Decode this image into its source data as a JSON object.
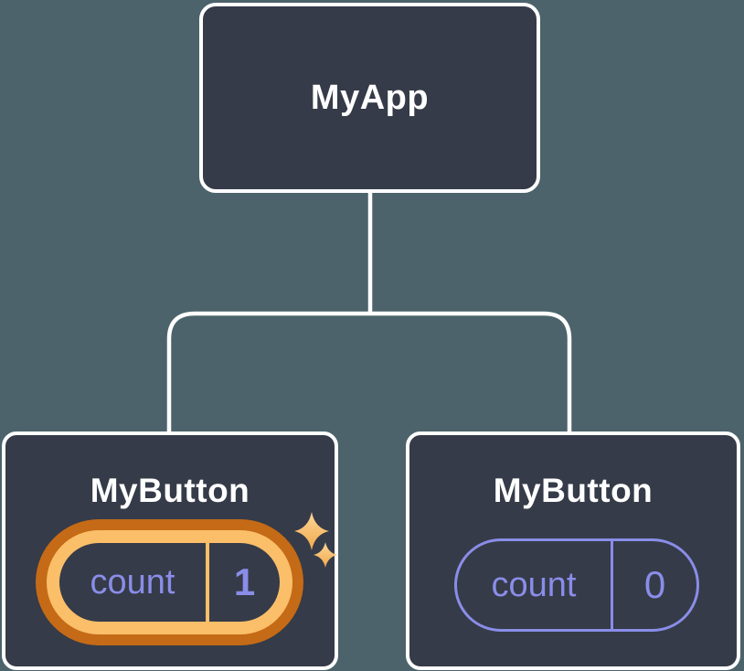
{
  "diagram": {
    "description": "React component tree showing isolated state",
    "tree": {
      "root": {
        "label": "MyApp"
      },
      "children": [
        {
          "label": "MyButton",
          "state": {
            "name": "count",
            "value": "1"
          },
          "highlighted": true,
          "sparkles": true
        },
        {
          "label": "MyButton",
          "state": {
            "name": "count",
            "value": "0"
          },
          "highlighted": false,
          "sparkles": false
        }
      ]
    }
  },
  "colors": {
    "page-bg": "#4c636b",
    "node-bg": "#353b48",
    "node-border": "#ffffff",
    "connector": "#ffffff",
    "accent-purple": "#8a8de8",
    "ring-dark": "#c56a16",
    "ring-gold": "#fbbe69",
    "sparkle-light": "#fcd697",
    "sparkle-dark": "#f2a94b"
  }
}
